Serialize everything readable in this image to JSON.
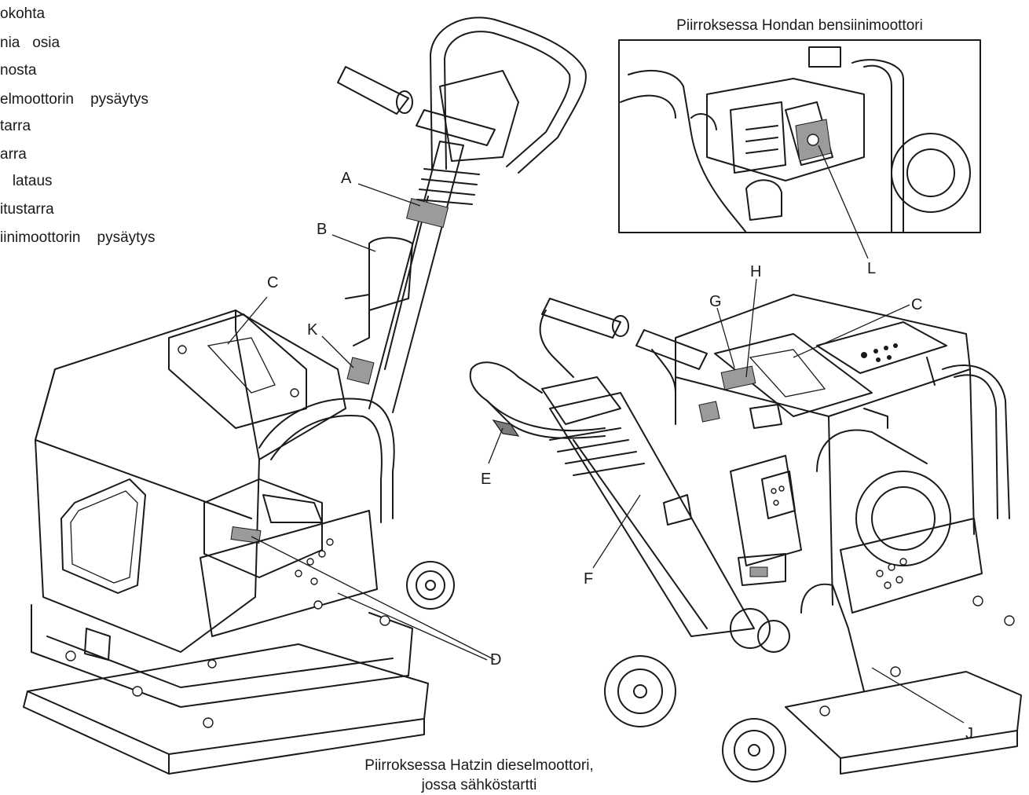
{
  "legend": [
    "okohta",
    "nia   osia",
    "nosta",
    "elmoottorin    pysäytys",
    "tarra",
    "arra",
    "   lataus",
    "itustarra",
    "iinimoottorin    pysäytys"
  ],
  "inset_caption": "Piirroksessa Hondan bensiinimoottori",
  "bottom_caption": [
    "Piirroksessa Hatzin dieselmoottori,",
    "jossa sähköstartti"
  ],
  "callouts": {
    "A": "A",
    "B": "B",
    "C_left": "C",
    "K": "K",
    "D": "D",
    "L": "L",
    "H": "H",
    "G": "G",
    "C_right": "C",
    "E": "E",
    "F": "F",
    "J": "J"
  },
  "colors": {
    "line": "#1a1a1a",
    "label_fill": "#9b9b9b",
    "grip_fill": "#7a7a7a",
    "background": "#ffffff"
  }
}
